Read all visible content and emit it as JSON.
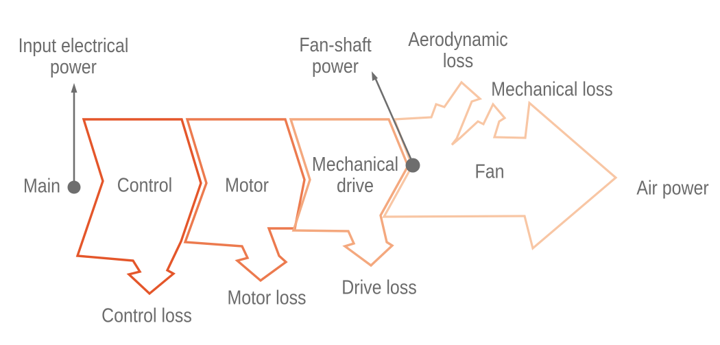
{
  "diagram": {
    "source": {
      "label": "Main",
      "annotation_line1": "Input electrical",
      "annotation_line2": "power"
    },
    "stages": [
      {
        "label": "Control",
        "loss_label": "Control loss",
        "stroke": "#e4562a"
      },
      {
        "label": "Motor",
        "loss_label": "Motor loss",
        "stroke": "#ec7a4e"
      },
      {
        "label_line1": "Mechanical",
        "label_line2": "drive",
        "loss_label": "Drive loss",
        "stroke": "#f4a87e"
      },
      {
        "label": "Fan",
        "loss_label_top_line1": "Aerodynamic",
        "loss_label_top_line2": "loss",
        "loss_label_right": "Mechanical loss",
        "stroke": "#f8c6a4"
      }
    ],
    "shaft_annotation": {
      "line1": "Fan-shaft",
      "line2": "power"
    },
    "output_label": "Air power",
    "annotation_color": "#6e6e6e",
    "text_color": "#6b6b6b"
  }
}
